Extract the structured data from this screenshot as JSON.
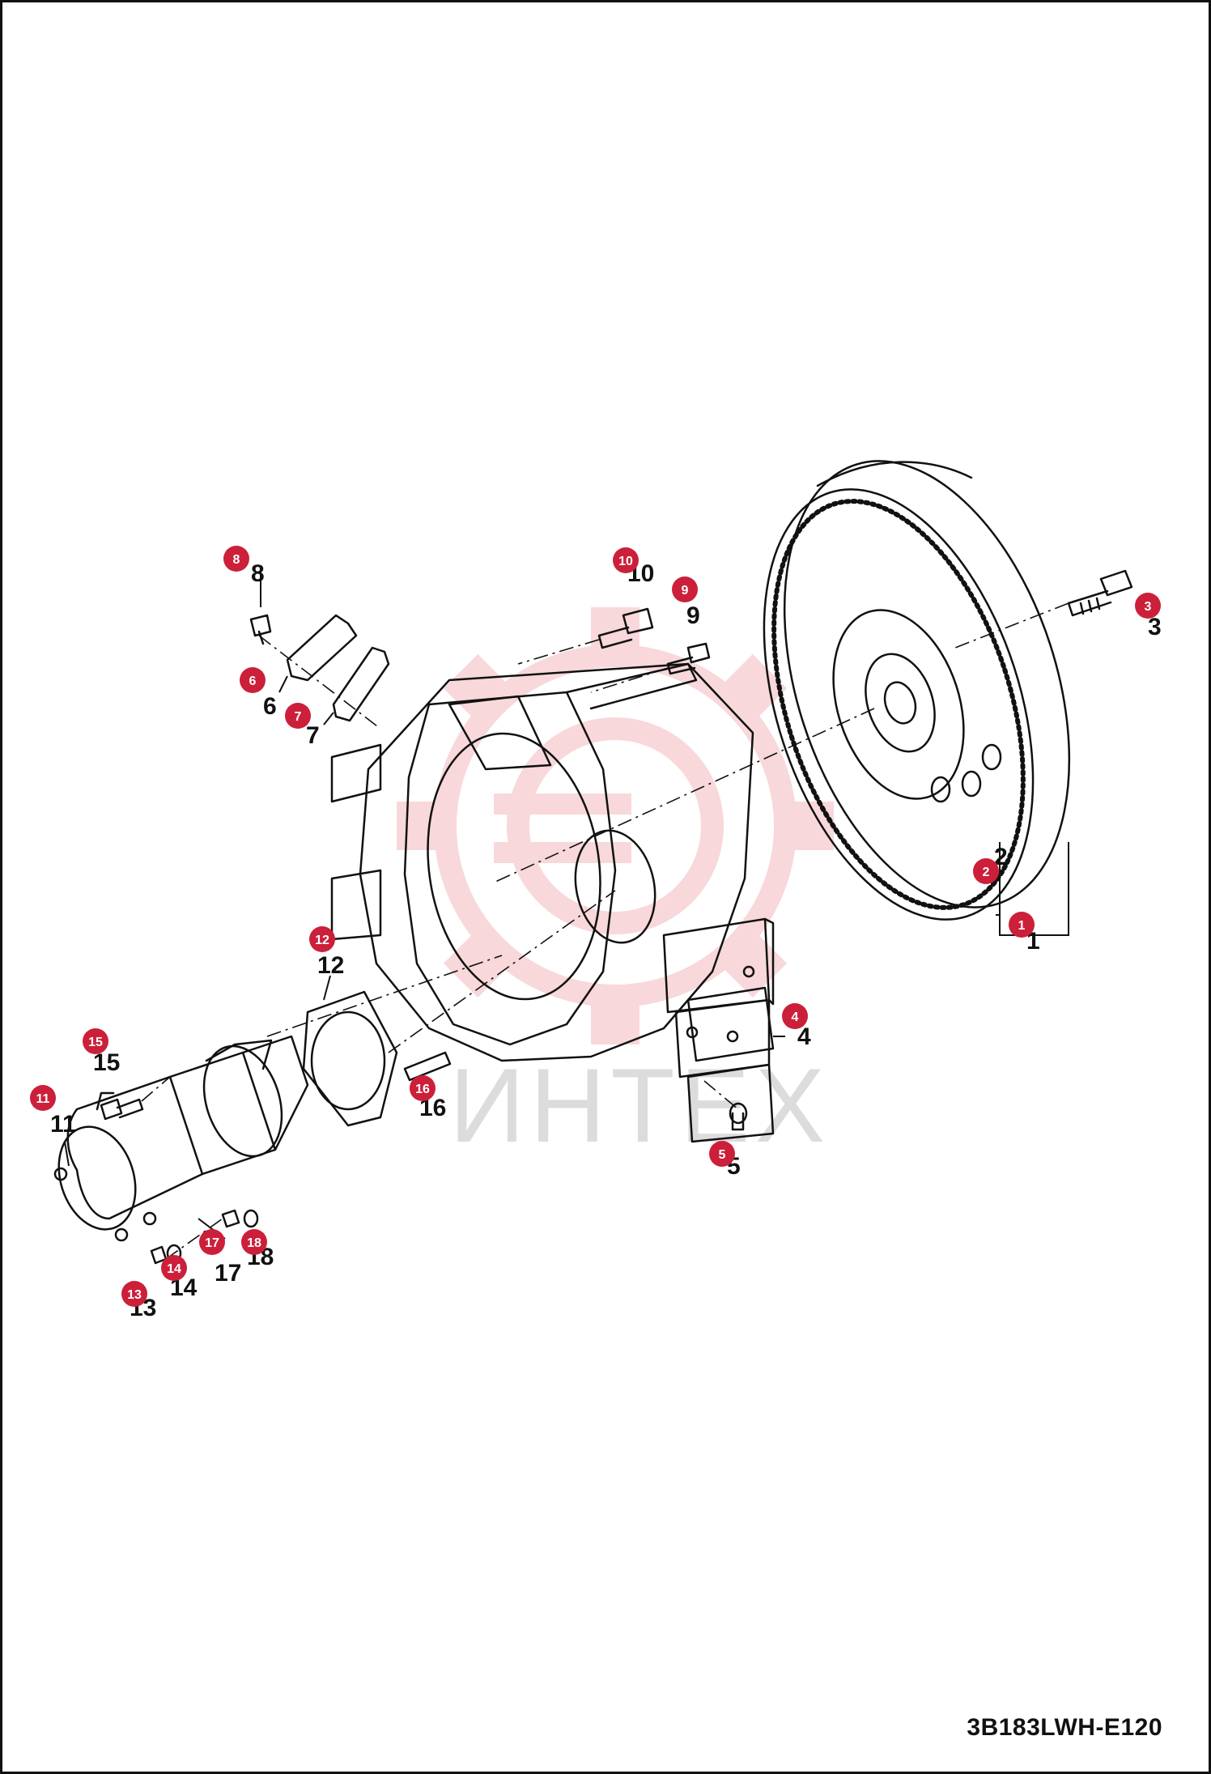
{
  "drawing_code": "3B183LWH-E120",
  "watermark_text": "ИНТЕХ",
  "colors": {
    "badge": "#cc1f3a",
    "line": "#111111",
    "watermark": "#f3b9bd"
  },
  "callouts": [
    {
      "id": 1,
      "number_label": "1",
      "badge_label": "1",
      "part": "flywheel-assembly"
    },
    {
      "id": 2,
      "number_label": "2",
      "badge_label": "2",
      "part": "ring-gear"
    },
    {
      "id": 3,
      "number_label": "3",
      "badge_label": "3",
      "part": "flywheel-bolt"
    },
    {
      "id": 4,
      "number_label": "4",
      "badge_label": "4",
      "part": "housing-foot"
    },
    {
      "id": 5,
      "number_label": "5",
      "badge_label": "5",
      "part": "foot-bolt"
    },
    {
      "id": 6,
      "number_label": "6",
      "badge_label": "6",
      "part": "cover-plate"
    },
    {
      "id": 7,
      "number_label": "7",
      "badge_label": "7",
      "part": "cover-gasket"
    },
    {
      "id": 8,
      "number_label": "8",
      "badge_label": "8",
      "part": "cover-bolt"
    },
    {
      "id": 9,
      "number_label": "9",
      "badge_label": "9",
      "part": "housing-bolt-short"
    },
    {
      "id": 10,
      "number_label": "10",
      "badge_label": "10",
      "part": "housing-bolt-long"
    },
    {
      "id": 11,
      "number_label": "11",
      "badge_label": "11",
      "part": "starter-motor"
    },
    {
      "id": 12,
      "number_label": "12",
      "badge_label": "12",
      "part": "starter-gasket"
    },
    {
      "id": 13,
      "number_label": "13",
      "badge_label": "13",
      "part": "nut"
    },
    {
      "id": 14,
      "number_label": "14",
      "badge_label": "14",
      "part": "washer"
    },
    {
      "id": 15,
      "number_label": "15",
      "badge_label": "15",
      "part": "starter-bolt"
    },
    {
      "id": 16,
      "number_label": "16",
      "badge_label": "16",
      "part": "stud"
    },
    {
      "id": 17,
      "number_label": "17",
      "badge_label": "17",
      "part": "nut"
    },
    {
      "id": 18,
      "number_label": "18",
      "badge_label": "18",
      "part": "washer"
    }
  ]
}
